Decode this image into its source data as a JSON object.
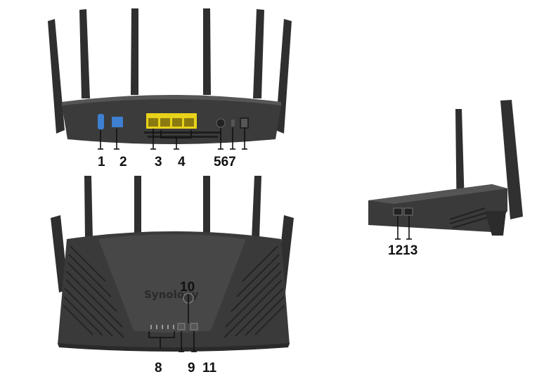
{
  "brand": "Synology",
  "callouts": {
    "n1": "1",
    "n2": "2",
    "n3": "3",
    "n4": "4",
    "n567": "567",
    "n8": "8",
    "n9": "9",
    "n10": "10",
    "n11": "11",
    "n1213": "1213"
  },
  "colors": {
    "body": "#3a3a3a",
    "antenna": "#2f2f2f",
    "port_usb": "#3d7fd0",
    "port_wan": "#3d7fd0",
    "port_lan": "#e8d21a",
    "leader": "#111111"
  }
}
